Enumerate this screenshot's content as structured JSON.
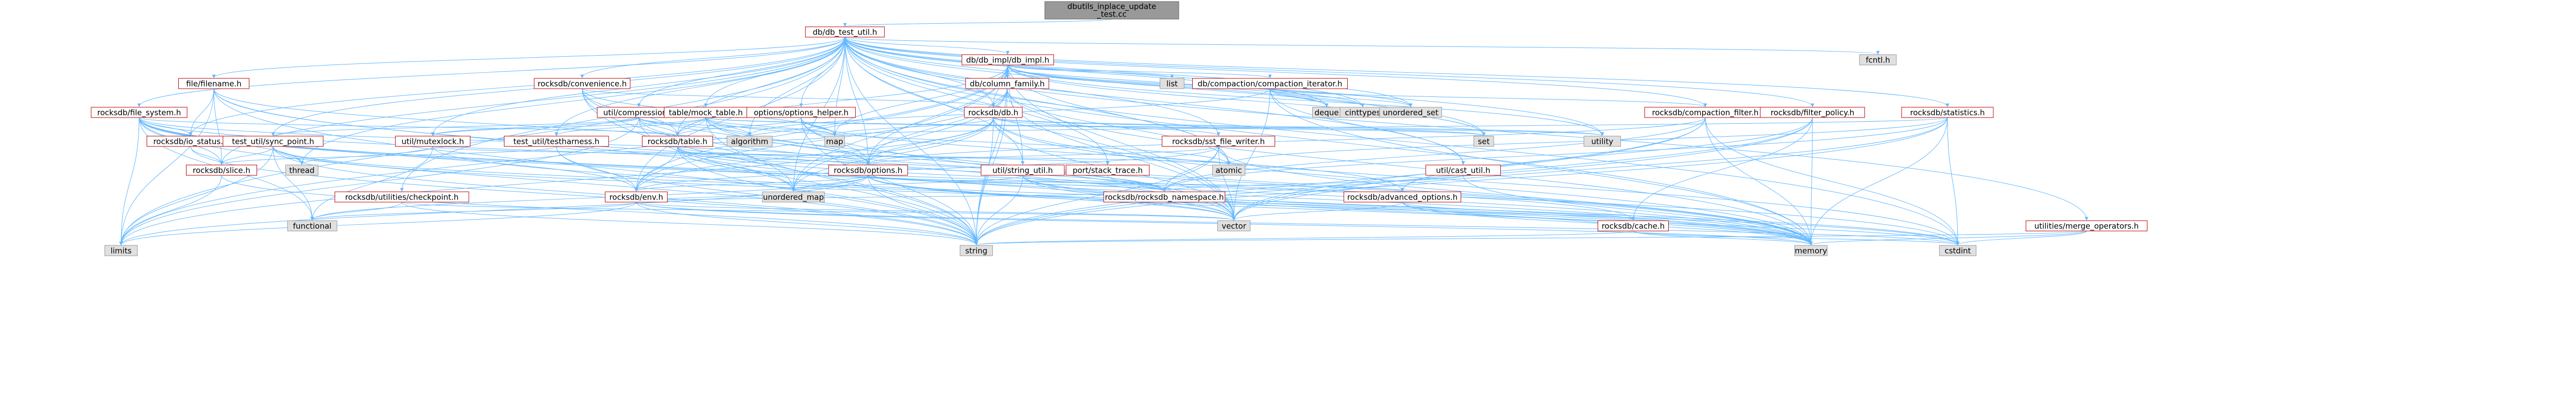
{
  "graph": {
    "colors": {
      "edge": "#63b8ff",
      "node_fill": "#ffffff",
      "node_border_internal": "#bf0000",
      "node_border_external": "#999999",
      "root_fill": "#999999",
      "root_border": "#666666"
    },
    "nodes": [
      {
        "id": "root",
        "label": "dbutils_inplace_update_test.cc",
        "kind": "root"
      },
      {
        "id": "dbtest",
        "label": "db/db_test_util.h",
        "kind": "internal"
      },
      {
        "id": "dbimpl",
        "label": "db/db_impl/db_impl.h",
        "kind": "internal"
      },
      {
        "id": "fcntl",
        "label": "fcntl.h",
        "kind": "external"
      },
      {
        "id": "filename",
        "label": "file/filename.h",
        "kind": "internal"
      },
      {
        "id": "convenience",
        "label": "rocksdb/convenience.h",
        "kind": "internal"
      },
      {
        "id": "colfam",
        "label": "db/column_family.h",
        "kind": "internal"
      },
      {
        "id": "compiter",
        "label": "db/compaction/compaction_iterator.h",
        "kind": "internal"
      },
      {
        "id": "list",
        "label": "list",
        "kind": "external"
      },
      {
        "id": "filesystem",
        "label": "rocksdb/file_system.h",
        "kind": "internal"
      },
      {
        "id": "compression",
        "label": "util/compression.h",
        "kind": "internal"
      },
      {
        "id": "mocktable",
        "label": "table/mock_table.h",
        "kind": "internal"
      },
      {
        "id": "optionshelper",
        "label": "options/options_helper.h",
        "kind": "internal"
      },
      {
        "id": "rocksdbdb",
        "label": "rocksdb/db.h",
        "kind": "internal"
      },
      {
        "id": "deque",
        "label": "deque",
        "kind": "external"
      },
      {
        "id": "cinttypes",
        "label": "cinttypes",
        "kind": "external"
      },
      {
        "id": "unordered_set",
        "label": "unordered_set",
        "kind": "external"
      },
      {
        "id": "compfilter",
        "label": "rocksdb/compaction_filter.h",
        "kind": "internal"
      },
      {
        "id": "filterpolicy",
        "label": "rocksdb/filter_policy.h",
        "kind": "internal"
      },
      {
        "id": "statistics",
        "label": "rocksdb/statistics.h",
        "kind": "internal"
      },
      {
        "id": "iostatus",
        "label": "rocksdb/io_status.h",
        "kind": "internal"
      },
      {
        "id": "syncpoint",
        "label": "test_util/sync_point.h",
        "kind": "internal"
      },
      {
        "id": "mutexlock",
        "label": "util/mutexlock.h",
        "kind": "internal"
      },
      {
        "id": "testharness",
        "label": "test_util/testharness.h",
        "kind": "internal"
      },
      {
        "id": "table",
        "label": "rocksdb/table.h",
        "kind": "internal"
      },
      {
        "id": "algorithm",
        "label": "algorithm",
        "kind": "external"
      },
      {
        "id": "map",
        "label": "map",
        "kind": "external"
      },
      {
        "id": "set",
        "label": "set",
        "kind": "external"
      },
      {
        "id": "utility",
        "label": "utility",
        "kind": "external"
      },
      {
        "id": "sstwriter",
        "label": "rocksdb/sst_file_writer.h",
        "kind": "internal"
      },
      {
        "id": "slice",
        "label": "rocksdb/slice.h",
        "kind": "internal"
      },
      {
        "id": "thread",
        "label": "thread",
        "kind": "external"
      },
      {
        "id": "options",
        "label": "rocksdb/options.h",
        "kind": "internal"
      },
      {
        "id": "stringutil",
        "label": "util/string_util.h",
        "kind": "internal"
      },
      {
        "id": "stacktrace",
        "label": "port/stack_trace.h",
        "kind": "internal"
      },
      {
        "id": "atomic",
        "label": "atomic",
        "kind": "external"
      },
      {
        "id": "castutil",
        "label": "util/cast_util.h",
        "kind": "internal"
      },
      {
        "id": "checkpoint",
        "label": "rocksdb/utilities/checkpoint.h",
        "kind": "internal"
      },
      {
        "id": "env",
        "label": "rocksdb/env.h",
        "kind": "internal"
      },
      {
        "id": "unordered_map",
        "label": "unordered_map",
        "kind": "external"
      },
      {
        "id": "namespace",
        "label": "rocksdb/rocksdb_namespace.h",
        "kind": "internal"
      },
      {
        "id": "advopts",
        "label": "rocksdb/advanced_options.h",
        "kind": "internal"
      },
      {
        "id": "functional",
        "label": "functional",
        "kind": "external"
      },
      {
        "id": "vector",
        "label": "vector",
        "kind": "external"
      },
      {
        "id": "cache",
        "label": "rocksdb/cache.h",
        "kind": "internal"
      },
      {
        "id": "mergeops",
        "label": "utilities/merge_operators.h",
        "kind": "internal"
      },
      {
        "id": "limits",
        "label": "limits",
        "kind": "external"
      },
      {
        "id": "string",
        "label": "string",
        "kind": "external"
      },
      {
        "id": "memory",
        "label": "memory",
        "kind": "external"
      },
      {
        "id": "cstdint",
        "label": "cstdint",
        "kind": "external"
      }
    ],
    "edges": [
      [
        "root",
        "dbtest"
      ],
      [
        "dbtest",
        "dbimpl"
      ],
      [
        "dbtest",
        "fcntl"
      ],
      [
        "dbtest",
        "filename"
      ],
      [
        "dbtest",
        "convenience"
      ],
      [
        "dbtest",
        "filesystem"
      ],
      [
        "dbtest",
        "compression"
      ],
      [
        "dbtest",
        "mocktable"
      ],
      [
        "dbtest",
        "optionshelper"
      ],
      [
        "dbtest",
        "rocksdbdb"
      ],
      [
        "dbtest",
        "compfilter"
      ],
      [
        "dbtest",
        "filterpolicy"
      ],
      [
        "dbtest",
        "statistics"
      ],
      [
        "dbtest",
        "iostatus"
      ],
      [
        "dbtest",
        "syncpoint"
      ],
      [
        "dbtest",
        "mutexlock"
      ],
      [
        "dbtest",
        "testharness"
      ],
      [
        "dbtest",
        "table"
      ],
      [
        "dbtest",
        "algorithm"
      ],
      [
        "dbtest",
        "map"
      ],
      [
        "dbtest",
        "set"
      ],
      [
        "dbtest",
        "utility"
      ],
      [
        "dbtest",
        "sstwriter"
      ],
      [
        "dbtest",
        "slice"
      ],
      [
        "dbtest",
        "thread"
      ],
      [
        "dbtest",
        "options"
      ],
      [
        "dbtest",
        "stringutil"
      ],
      [
        "dbtest",
        "stacktrace"
      ],
      [
        "dbtest",
        "atomic"
      ],
      [
        "dbtest",
        "castutil"
      ],
      [
        "dbtest",
        "checkpoint"
      ],
      [
        "dbtest",
        "env"
      ],
      [
        "dbtest",
        "unordered_map"
      ],
      [
        "dbtest",
        "mergeops"
      ],
      [
        "dbtest",
        "limits"
      ],
      [
        "dbtest",
        "string"
      ],
      [
        "dbtest",
        "memory"
      ],
      [
        "dbtest",
        "cstdint"
      ],
      [
        "dbtest",
        "vector"
      ],
      [
        "dbtest",
        "cinttypes"
      ],
      [
        "dbtest",
        "deque"
      ],
      [
        "dbtest",
        "unordered_set"
      ],
      [
        "dbimpl",
        "colfam"
      ],
      [
        "dbimpl",
        "compiter"
      ],
      [
        "dbimpl",
        "list"
      ],
      [
        "dbimpl",
        "rocksdbdb"
      ],
      [
        "dbimpl",
        "deque"
      ],
      [
        "dbimpl",
        "map"
      ],
      [
        "dbimpl",
        "set"
      ],
      [
        "dbimpl",
        "utility"
      ],
      [
        "dbimpl",
        "vector"
      ],
      [
        "dbimpl",
        "string"
      ],
      [
        "dbimpl",
        "atomic"
      ],
      [
        "dbimpl",
        "cinttypes"
      ],
      [
        "dbimpl",
        "unordered_set"
      ],
      [
        "dbimpl",
        "options"
      ],
      [
        "dbimpl",
        "env"
      ],
      [
        "dbimpl",
        "unordered_map"
      ],
      [
        "dbimpl",
        "limits"
      ],
      [
        "dbimpl",
        "stringutil"
      ],
      [
        "dbimpl",
        "table"
      ],
      [
        "colfam",
        "rocksdbdb"
      ],
      [
        "colfam",
        "unordered_map"
      ],
      [
        "colfam",
        "vector"
      ],
      [
        "colfam",
        "string"
      ],
      [
        "colfam",
        "atomic"
      ],
      [
        "colfam",
        "options"
      ],
      [
        "colfam",
        "env"
      ],
      [
        "colfam",
        "memory"
      ],
      [
        "compiter",
        "compfilter"
      ],
      [
        "compiter",
        "deque"
      ],
      [
        "compiter",
        "cinttypes"
      ],
      [
        "compiter",
        "unordered_set"
      ],
      [
        "compiter",
        "vector"
      ],
      [
        "compiter",
        "memory"
      ],
      [
        "compiter",
        "castutil"
      ],
      [
        "compiter",
        "algorithm"
      ],
      [
        "filename",
        "slice"
      ],
      [
        "filename",
        "iostatus"
      ],
      [
        "filename",
        "string"
      ],
      [
        "filename",
        "vector"
      ],
      [
        "filename",
        "unordered_map"
      ],
      [
        "filename",
        "limits"
      ],
      [
        "filename",
        "options"
      ],
      [
        "convenience",
        "rocksdbdb"
      ],
      [
        "convenience",
        "table"
      ],
      [
        "convenience",
        "unordered_map"
      ],
      [
        "convenience",
        "string"
      ],
      [
        "convenience",
        "vector"
      ],
      [
        "convenience",
        "map"
      ],
      [
        "filesystem",
        "iostatus"
      ],
      [
        "filesystem",
        "slice"
      ],
      [
        "filesystem",
        "options"
      ],
      [
        "filesystem",
        "env"
      ],
      [
        "filesystem",
        "table"
      ],
      [
        "filesystem",
        "thread"
      ],
      [
        "filesystem",
        "functional"
      ],
      [
        "filesystem",
        "limits"
      ],
      [
        "filesystem",
        "string"
      ],
      [
        "filesystem",
        "memory"
      ],
      [
        "filesystem",
        "vector"
      ],
      [
        "filesystem",
        "cstdint"
      ],
      [
        "filesystem",
        "namespace"
      ],
      [
        "compression",
        "syncpoint"
      ],
      [
        "compression",
        "mutexlock"
      ],
      [
        "compression",
        "algorithm"
      ],
      [
        "compression",
        "map"
      ],
      [
        "compression",
        "limits"
      ],
      [
        "compression",
        "string"
      ],
      [
        "compression",
        "memory"
      ],
      [
        "compression",
        "table"
      ],
      [
        "mocktable",
        "table"
      ],
      [
        "mocktable",
        "algorithm"
      ],
      [
        "mocktable",
        "atomic"
      ],
      [
        "mocktable",
        "map"
      ],
      [
        "mocktable",
        "memory"
      ],
      [
        "mocktable",
        "set"
      ],
      [
        "mocktable",
        "string"
      ],
      [
        "mocktable",
        "utility"
      ],
      [
        "mocktable",
        "testharness"
      ],
      [
        "mocktable",
        "mutexlock"
      ],
      [
        "mocktable",
        "options"
      ],
      [
        "optionshelper",
        "options"
      ],
      [
        "optionshelper",
        "map"
      ],
      [
        "optionshelper",
        "stdexcept"
      ],
      [
        "optionshelper",
        "string"
      ],
      [
        "optionshelper",
        "vector"
      ],
      [
        "optionshelper",
        "advopts"
      ],
      [
        "optionshelper",
        "table"
      ],
      [
        "rocksdbdb",
        "map"
      ],
      [
        "rocksdbdb",
        "set"
      ],
      [
        "rocksdbdb",
        "utility"
      ],
      [
        "rocksdbdb",
        "options"
      ],
      [
        "rocksdbdb",
        "sstwriter"
      ],
      [
        "rocksdbdb",
        "env"
      ],
      [
        "rocksdbdb",
        "string"
      ],
      [
        "rocksdbdb",
        "vector"
      ],
      [
        "rocksdbdb",
        "memory"
      ],
      [
        "rocksdbdb",
        "unordered_map"
      ],
      [
        "rocksdbdb",
        "limits"
      ],
      [
        "rocksdbdb",
        "cstdint"
      ],
      [
        "compfilter",
        "options"
      ],
      [
        "compfilter",
        "string"
      ],
      [
        "compfilter",
        "vector"
      ],
      [
        "compfilter",
        "memory"
      ],
      [
        "compfilter",
        "namespace"
      ],
      [
        "compfilter",
        "cstdint"
      ],
      [
        "filterpolicy",
        "advopts"
      ],
      [
        "filterpolicy",
        "memory"
      ],
      [
        "filterpolicy",
        "string"
      ],
      [
        "filterpolicy",
        "vector"
      ],
      [
        "filterpolicy",
        "stdexcept"
      ],
      [
        "filterpolicy",
        "cache"
      ],
      [
        "statistics",
        "atomic"
      ],
      [
        "statistics",
        "map"
      ],
      [
        "statistics",
        "memory"
      ],
      [
        "statistics",
        "string"
      ],
      [
        "statistics",
        "vector"
      ],
      [
        "statistics",
        "cstdint"
      ],
      [
        "statistics",
        "namespace"
      ],
      [
        "iostatus",
        "slice"
      ],
      [
        "iostatus",
        "string"
      ],
      [
        "syncpoint",
        "thread"
      ],
      [
        "syncpoint",
        "functional"
      ],
      [
        "syncpoint",
        "string"
      ],
      [
        "syncpoint",
        "memory"
      ],
      [
        "syncpoint",
        "vector"
      ],
      [
        "syncpoint",
        "limits"
      ],
      [
        "syncpoint",
        "slice"
      ],
      [
        "mutexlock",
        "functional"
      ],
      [
        "mutexlock",
        "memory"
      ],
      [
        "mutexlock",
        "atomic"
      ],
      [
        "mutexlock",
        "thread"
      ],
      [
        "testharness",
        "env"
      ],
      [
        "testharness",
        "slice"
      ],
      [
        "testharness",
        "string"
      ],
      [
        "testharness",
        "stacktrace"
      ],
      [
        "table",
        "options"
      ],
      [
        "table",
        "env"
      ],
      [
        "table",
        "unordered_map"
      ],
      [
        "table",
        "map"
      ],
      [
        "table",
        "string"
      ],
      [
        "table",
        "memory"
      ],
      [
        "table",
        "namespace"
      ],
      [
        "table",
        "cache"
      ],
      [
        "sstwriter",
        "options"
      ],
      [
        "sstwriter",
        "env"
      ],
      [
        "sstwriter",
        "memory"
      ],
      [
        "sstwriter",
        "string"
      ],
      [
        "sstwriter",
        "vector"
      ],
      [
        "sstwriter",
        "namespace"
      ],
      [
        "slice",
        "string"
      ],
      [
        "slice",
        "limits"
      ],
      [
        "options",
        "env"
      ],
      [
        "options",
        "advopts"
      ],
      [
        "options",
        "unordered_map"
      ],
      [
        "options",
        "vector"
      ],
      [
        "options",
        "string"
      ],
      [
        "options",
        "memory"
      ],
      [
        "options",
        "limits"
      ],
      [
        "options",
        "functional"
      ],
      [
        "options",
        "namespace"
      ],
      [
        "options",
        "cstdint"
      ],
      [
        "stringutil",
        "string"
      ],
      [
        "stringutil",
        "vector"
      ],
      [
        "stringutil",
        "unordered_map"
      ],
      [
        "stringutil",
        "namespace"
      ],
      [
        "stringutil",
        "memory"
      ],
      [
        "stringutil",
        "cstdint"
      ],
      [
        "stacktrace",
        "namespace"
      ],
      [
        "castutil",
        "memory"
      ],
      [
        "castutil",
        "type_traits"
      ],
      [
        "castutil",
        "namespace"
      ],
      [
        "checkpoint",
        "string"
      ],
      [
        "checkpoint",
        "vector"
      ],
      [
        "checkpoint",
        "functional"
      ],
      [
        "env",
        "functional"
      ],
      [
        "env",
        "limits"
      ],
      [
        "env",
        "string"
      ],
      [
        "env",
        "memory"
      ],
      [
        "env",
        "vector"
      ],
      [
        "env",
        "unordered_map"
      ],
      [
        "env",
        "namespace"
      ],
      [
        "env",
        "cstdint"
      ],
      [
        "advopts",
        "memory"
      ],
      [
        "advopts",
        "cache"
      ],
      [
        "advopts",
        "vector"
      ],
      [
        "advopts",
        "cstdint"
      ],
      [
        "cache",
        "memory"
      ],
      [
        "cache",
        "string"
      ],
      [
        "cache",
        "cstdint"
      ],
      [
        "cache",
        "namespace"
      ],
      [
        "mergeops",
        "memory"
      ],
      [
        "mergeops",
        "string"
      ],
      [
        "mergeops",
        "cstdint"
      ]
    ]
  }
}
